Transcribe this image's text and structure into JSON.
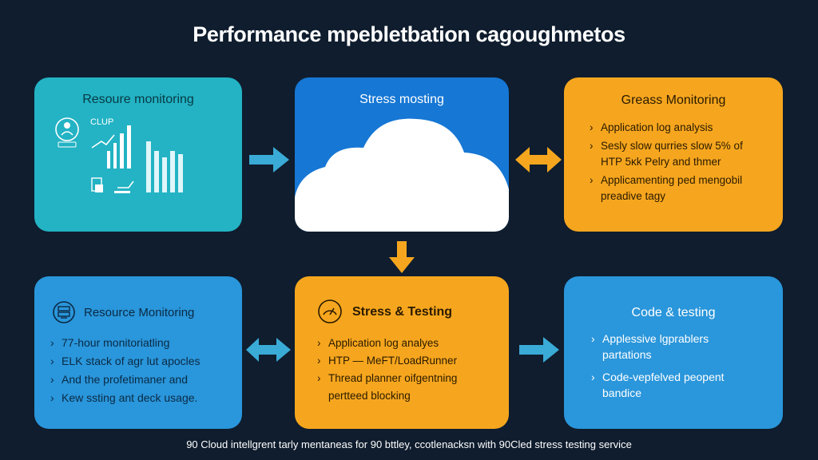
{
  "title": "Performance mpebletbation cagoughmetos",
  "colors": {
    "background": "#0f1d2e",
    "teal": "#23b3c4",
    "blue": "#1677d4",
    "orange": "#f6a61e",
    "light_blue": "#2a96db",
    "arrow_blue": "#3aaad6",
    "arrow_orange": "#f6a61e"
  },
  "cards": {
    "resource_monitoring_top": {
      "heading": "Resoure monitoring",
      "chart_label": "CLUP",
      "icons": [
        "person-gear-icon",
        "document-chart-icon",
        "laptop-chart-icon",
        "bar-chart-icon"
      ]
    },
    "stress_testing_top": {
      "heading": "Stress mosting",
      "icon": "cloud-icon"
    },
    "grease_monitoring": {
      "heading": "Greass Monitoring",
      "items": [
        "Application log analysis",
        "Sesly slow qurries slow 5% of HTP  5ĸk Pelry and thmer",
        "Applicamenting ped mengobil preadive tagy"
      ]
    },
    "resource_monitoring_bottom": {
      "heading": "Resource Monitoring",
      "icon": "server-icon",
      "items": [
        "77-hour monitoriatling",
        "ELK stack of agr lut apocles",
        "And the profetimaner and",
        "Kew ssting ant deck usage."
      ]
    },
    "stress_testing_bottom": {
      "heading": "Stress & Testing",
      "icon": "gauge-icon",
      "items": [
        "Application log analyes",
        "HTP — MeFT/LoadRunner",
        "Thread planner oifgentning pertteed blocking"
      ]
    },
    "code_testing": {
      "heading": "Code & testing",
      "items": [
        "Applessive lgprablers partations",
        "Code-vepfelved peopent bandice"
      ]
    }
  },
  "footer": "90 Cloud intellgrent tarly mentaneas for 90 bttley, ccotlenacksn with 90Cled stress testing service"
}
